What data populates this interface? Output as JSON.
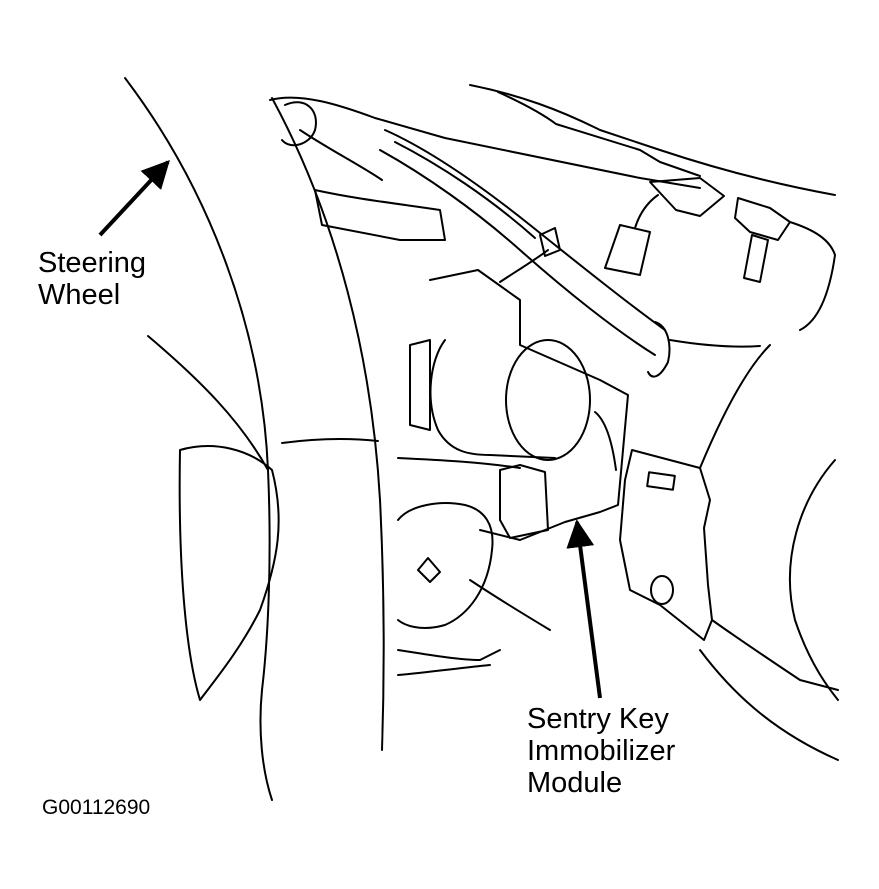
{
  "labels": {
    "steering_wheel": [
      "Steering",
      "Wheel"
    ],
    "module": [
      "Sentry Key",
      "Immobilizer",
      "Module"
    ]
  },
  "figure_id": "G00112690",
  "colors": {
    "ink": "#000000",
    "paper": "#ffffff"
  }
}
